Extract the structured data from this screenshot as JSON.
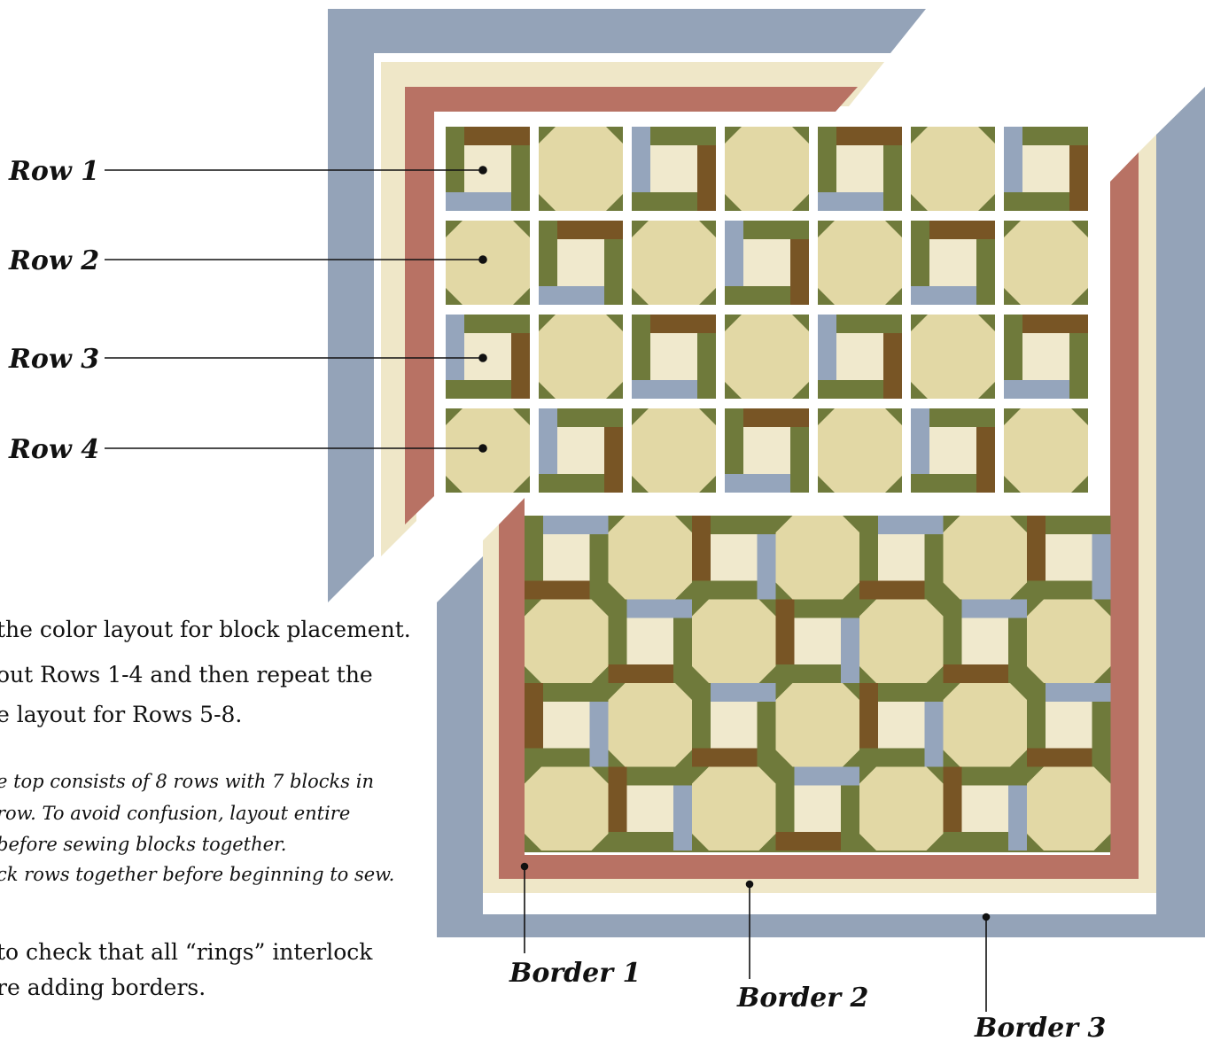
{
  "colors": {
    "border_blue": "#94a3b8",
    "border_cream": "#efe7c8",
    "border_red": "#b87264",
    "tan": "#e2d8a5",
    "light_center": "#f0e9cd",
    "olive": "#6f7a3b",
    "brown": "#785525",
    "slate": "#95a5bc"
  },
  "row_labels": [
    "Row 1",
    "Row 2",
    "Row 3",
    "Row 4"
  ],
  "border_labels": [
    "Border 1",
    "Border 2",
    "Border 3"
  ],
  "instructions": {
    "line1": "the color layout for block placement.",
    "line2": "out Rows 1-4 and then repeat the",
    "line3": "e layout for Rows 5-8."
  },
  "notes": {
    "line1": "e top consists of 8 rows with 7 blocks in",
    "line2": "row. To avoid confusion, layout entire",
    "line3": "before sewing blocks together.",
    "line4": "ck rows together before beginning to sew."
  },
  "final_note": {
    "line1": "to check that all “rings” interlock",
    "line2": "re adding borders."
  }
}
